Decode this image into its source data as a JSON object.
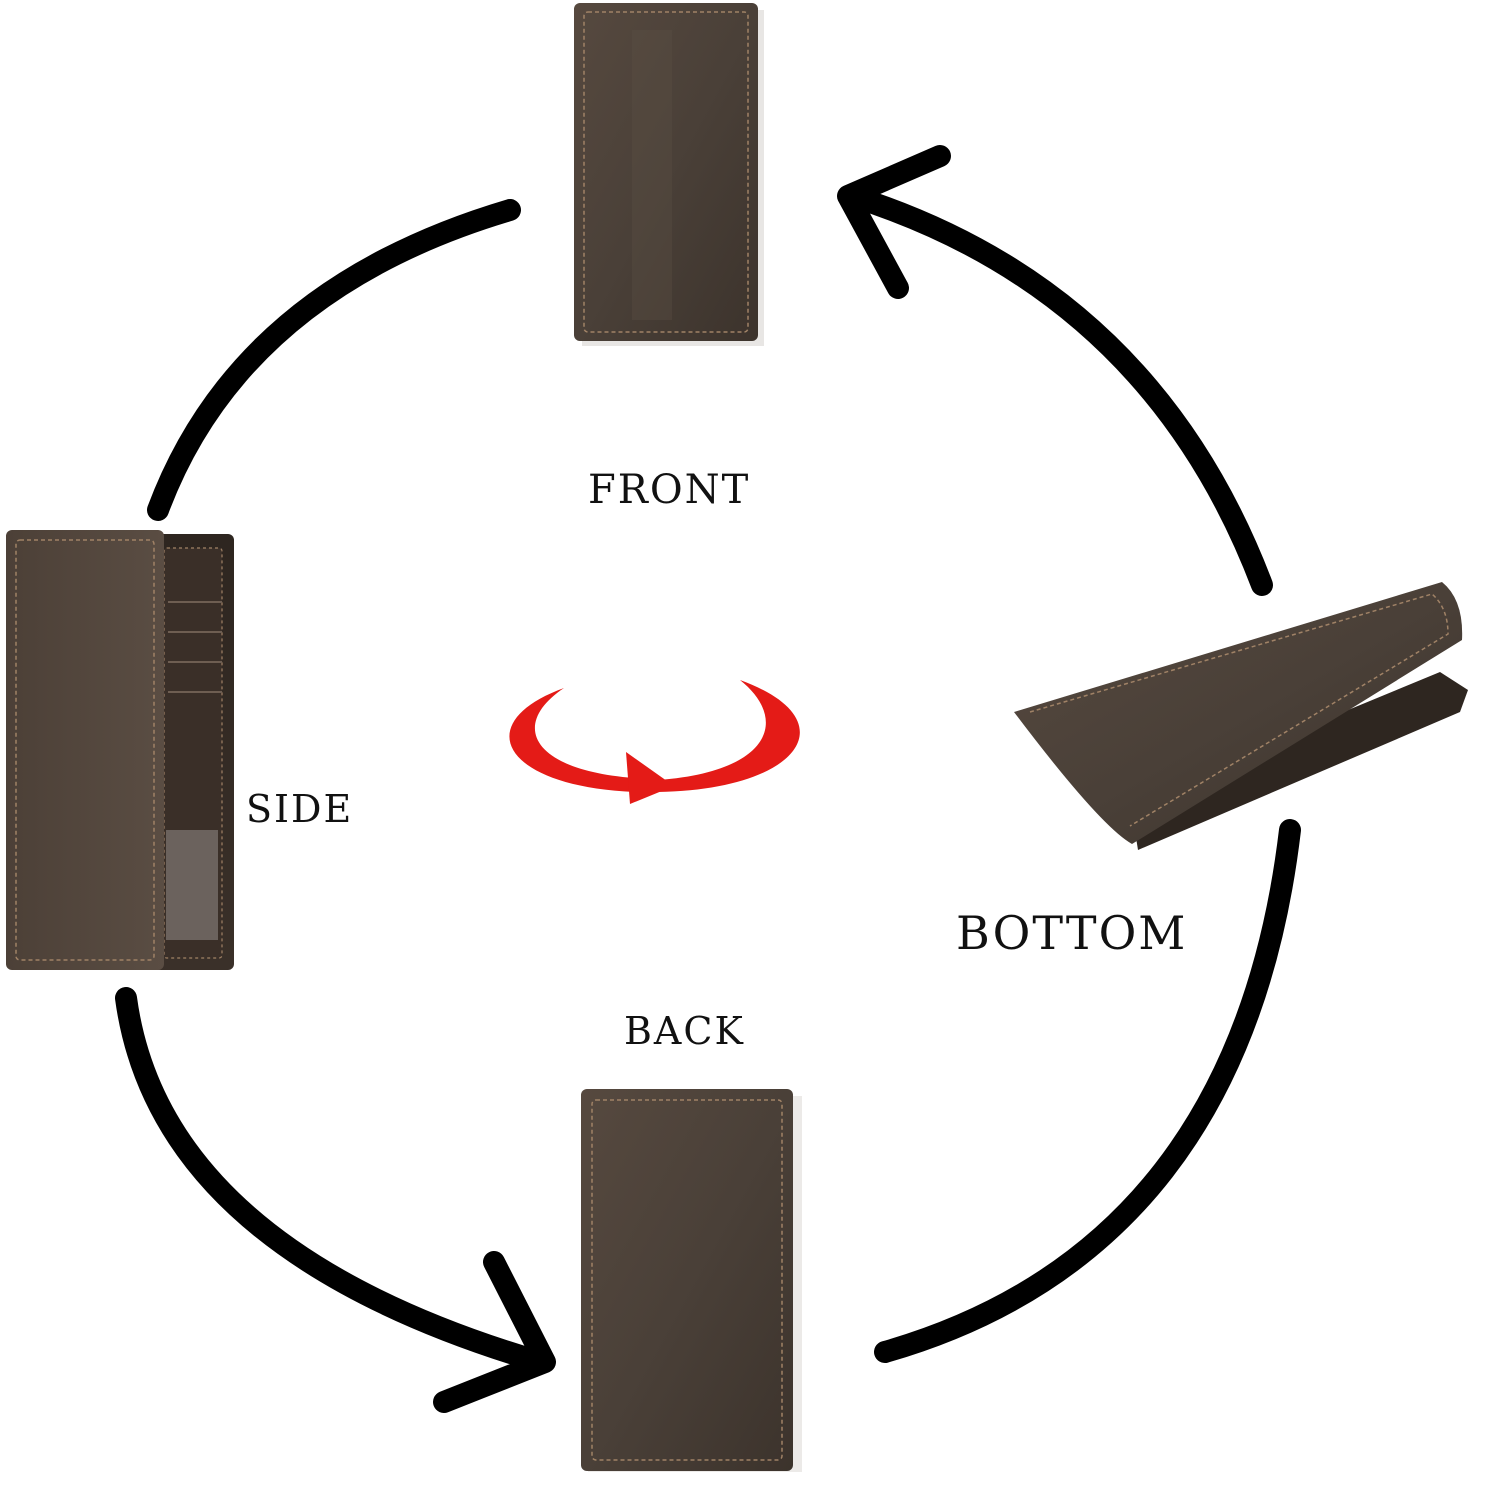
{
  "labels": {
    "front": "FRONT",
    "side": "SIDE",
    "bottom": "BOTTOM",
    "back": "BACK"
  },
  "colors": {
    "background": "#ffffff",
    "arrow": "#000000",
    "rotate_arrow": "#e41b17",
    "leather": "#4a4038",
    "leather_dark": "#2e2620",
    "stitch": "#a08266",
    "label_text": "#111111"
  },
  "icons": {
    "rotate": "red-rotate-arrow-icon",
    "cycle_arrows": "black-cycle-arrow-icon"
  }
}
